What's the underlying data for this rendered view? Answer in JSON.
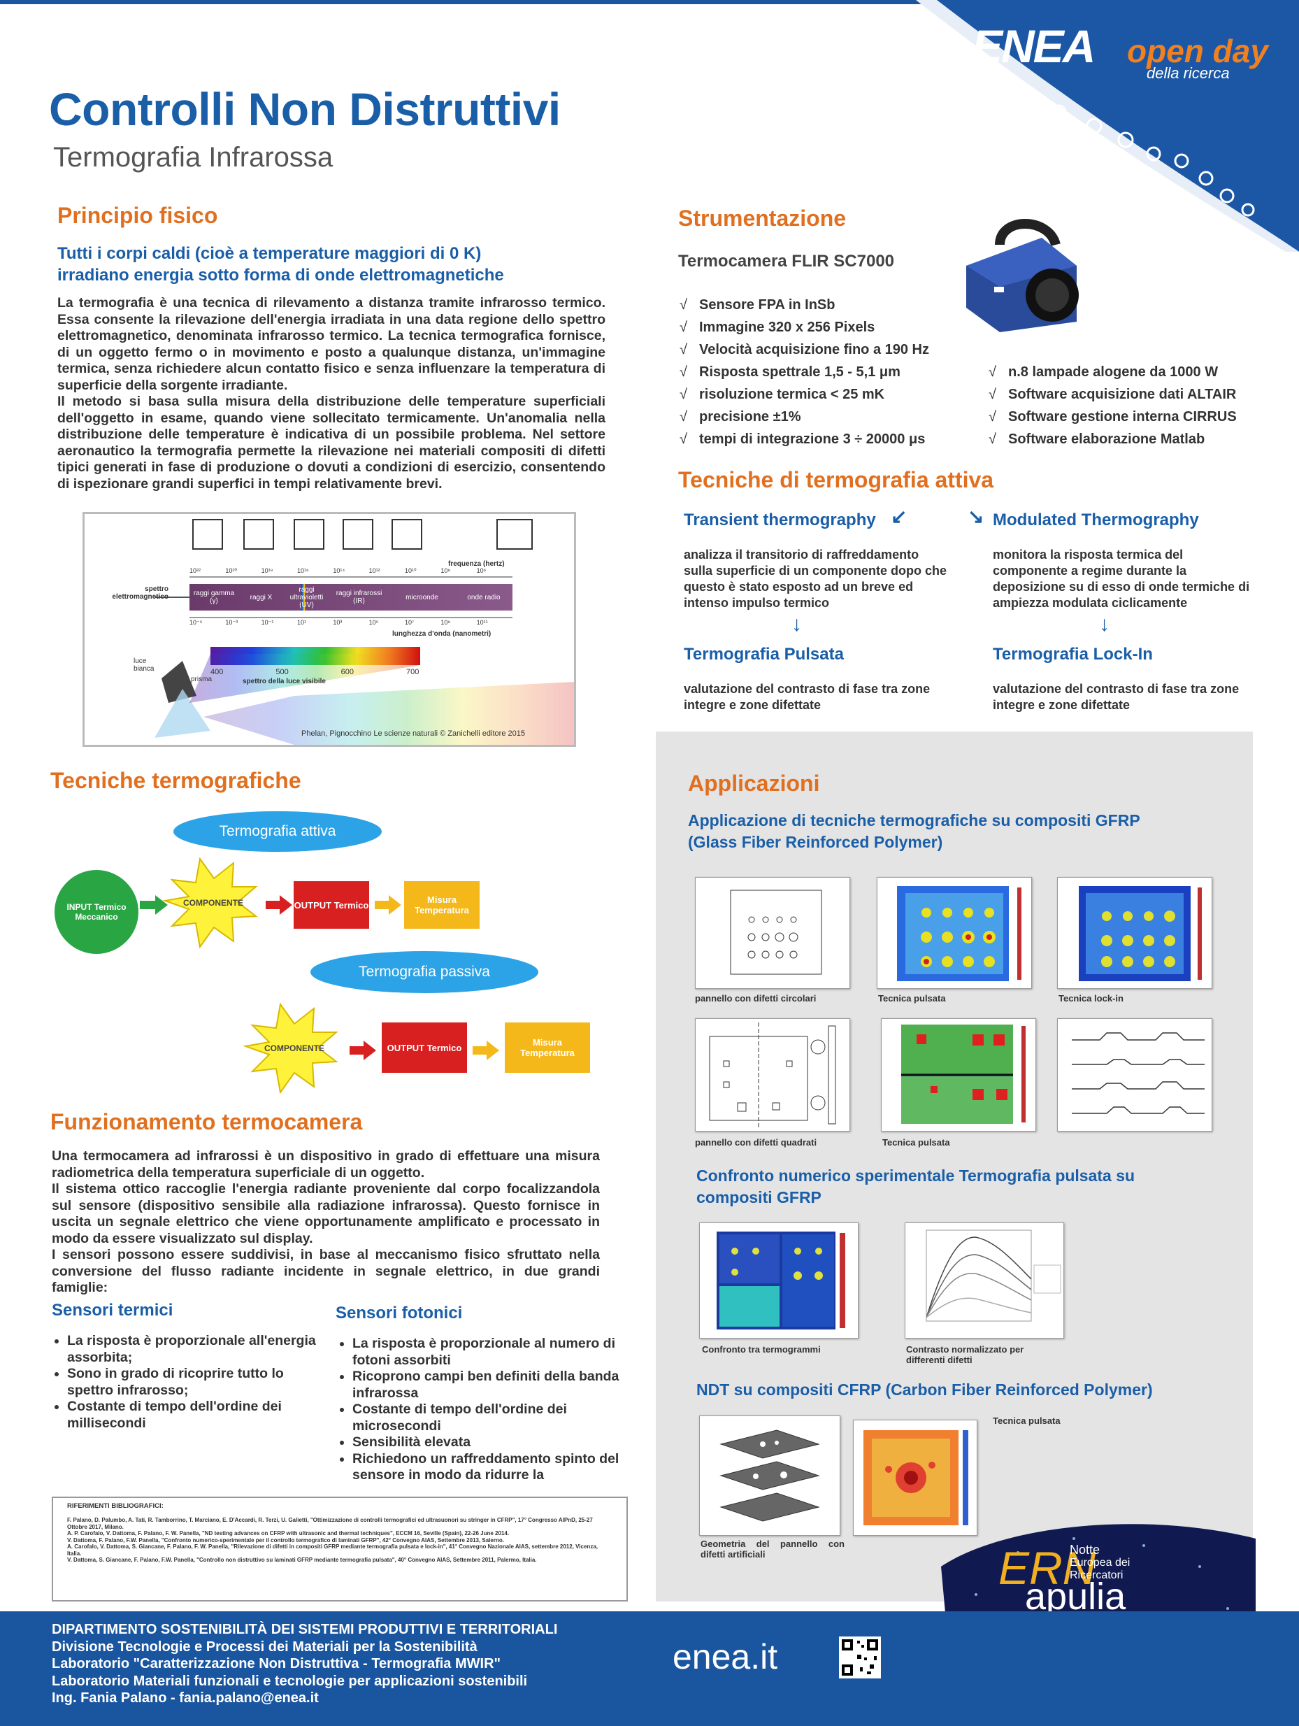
{
  "header": {
    "title": "Controlli Non Distruttivi",
    "subtitle": "Termografia Infrarossa",
    "logo_enea": "ENEA",
    "logo_open_day": "open day",
    "logo_ricerca": "della ricerca"
  },
  "principio": {
    "heading": "Principio fisico",
    "lead": "Tutti i corpi caldi (cioè a temperature maggiori di 0 K) irradiano energia sotto forma di onde elettromagnetiche",
    "p1": "La termografia è una tecnica di rilevamento a distanza tramite infrarosso termico. Essa consente la rilevazione dell'energia irradiata in una data regione dello spettro elettromagnetico, denominata infrarosso termico. La tecnica termografica fornisce, di un oggetto fermo o in movimento e posto a qualunque distanza, un'immagine termica, senza richiedere alcun contatto fisico e senza influenzare la temperatura di superficie della sorgente irradiante.",
    "p2": "Il metodo si basa sulla misura della distribuzione delle temperature superficiali dell'oggetto in esame, quando viene sollecitato termicamente. Un'anomalia nella distribuzione delle temperature è indicativa di un possibile problema. Nel settore aeronautico la termografia permette la rilevazione nei materiali compositi di difetti tipici generati in fase di produzione o dovuti a condizioni di esercizio, consentendo di ispezionare grandi superfici in tempi relativamente brevi."
  },
  "spectrum": {
    "freq_label": "frequenza (hertz)",
    "spectrum_label": "spettro elettromagnetico",
    "wavelength_label": "lunghezza d'onda (nanometri)",
    "freq_ticks": [
      "10²²",
      "10²⁰",
      "10¹⁸",
      "10¹⁶",
      "10¹⁴",
      "10¹²",
      "10¹⁰",
      "10⁸",
      "10⁶"
    ],
    "wave_ticks": [
      "10⁻⁵",
      "10⁻³",
      "10⁻¹",
      "10¹",
      "10³",
      "10⁵",
      "10⁷",
      "10⁹",
      "10¹¹"
    ],
    "bands": [
      "raggi gamma (γ)",
      "raggi X",
      "raggi ultravioletti (UV)",
      "raggi infrarossi (IR)",
      "microonde",
      "onde radio"
    ],
    "visible_ticks": [
      "400",
      "500",
      "600",
      "700"
    ],
    "visible_label": "spettro della luce visibile",
    "luce_bianca": "luce bianca",
    "prisma": "prisma",
    "credit": "Phelan, Pignocchino Le scienze naturali © Zanichelli editore 2015"
  },
  "tecniche": {
    "heading": "Tecniche termografiche",
    "attiva": "Termografia attiva",
    "passiva": "Termografia passiva",
    "input": "INPUT Termico Meccanico",
    "componente": "COMPONENTE",
    "output": "OUTPUT Termico",
    "misura": "Misura Temperatura"
  },
  "funzionamento": {
    "heading": "Funzionamento termocamera",
    "p1": "Una termocamera ad infrarossi è un dispositivo in grado di effettuare una misura radiometrica della temperatura superficiale di un oggetto.",
    "p2": "Il sistema ottico raccoglie l'energia radiante proveniente dal corpo focalizzandola sul sensore (dispositivo sensibile alla radiazione infrarossa). Questo fornisce in uscita un segnale elettrico che viene opportunamente amplificato e processato in modo da essere visualizzato sul display.",
    "p3": "I sensori possono essere suddivisi, in base al meccanismo fisico sfruttato nella conversione del flusso radiante incidente in segnale elettrico, in due grandi famiglie:",
    "termici_heading": "Sensori termici",
    "termici": [
      "La risposta è proporzionale all'energia assorbita;",
      "Sono in grado di ricoprire tutto lo spettro infrarosso;",
      "Costante di tempo dell'ordine dei millisecondi"
    ],
    "fotonici_heading": "Sensori fotonici",
    "fotonici": [
      "La risposta è proporzionale al numero di fotoni assorbiti",
      "Ricoprono campi ben definiti della banda infrarossa",
      "Costante di tempo dell'ordine dei microsecondi",
      "Sensibilità elevata",
      "Richiedono un raffreddamento spinto del sensore in modo da ridurre la"
    ]
  },
  "riferimenti": {
    "heading": "RIFERIMENTI BIBLIOGRAFICI:",
    "items": [
      "F. Palano, D. Palumbo, A. Tati, R. Tamborrino, T. Marciano, E. D'Accardi, R. Terzi, U. Galietti, \"Ottimizzazione di controlli termografici ed ultrasuonori su stringer in CFRP\", 17° Congresso AIPnD, 25-27 Ottobre 2017, Milano.",
      "A. P. Carofalo, V. Dattoma, F. Palano, F. W. Panella, \"ND testing advances on CFRP with ultrasonic and thermal techniques\", ECCM 16, Seville (Spain), 22-26 June 2014.",
      "V. Dattoma, F. Palano, F.W. Panella, \"Confronto numerico-sperimentale per il controllo termografico di laminati GFRP\", 42° Convegno AIAS, Settembre 2013, Salerno.",
      "A. Carofalo, V. Dattoma, S. Giancane, F. Palano, F. W. Panella, \"Rilevazione di difetti in compositi GFRP mediante termografia pulsata e lock-in\", 41° Convegno Nazionale AIAS, settembre 2012, Vicenza, Italia.",
      "V. Dattoma, S. Giancane, F. Palano, F.W. Panella, \"Controllo non distruttivo su laminati GFRP mediante termografia pulsata\", 40° Convegno AIAS, Settembre 2011, Palermo, Italia."
    ]
  },
  "strumentazione": {
    "heading": "Strumentazione",
    "camera": "Termocamera FLIR SC7000",
    "left": [
      "Sensore FPA in InSb",
      "Immagine 320 x 256 Pixels",
      "Velocità acquisizione fino a 190 Hz",
      "Risposta spettrale 1,5 - 5,1 μm",
      "risoluzione termica < 25 mK",
      "precisione ±1%",
      "tempi di integrazione 3 ÷ 20000 μs"
    ],
    "right": [
      "n.8 lampade alogene da 1000 W",
      "Software acquisizione dati ALTAIR",
      "Software gestione interna CIRRUS",
      "Software elaborazione Matlab"
    ]
  },
  "attiva": {
    "heading": "Tecniche di termografia attiva",
    "transient": "Transient thermography",
    "transient_desc": "analizza il transitorio di raffreddamento sulla superficie di un componente dopo che questo è stato esposto ad un breve ed intenso impulso termico",
    "modulated": "Modulated Thermography",
    "modulated_desc": "monitora la risposta termica del componente a regime durante la deposizione su di esso di onde termiche di ampiezza modulata ciclicamente",
    "pulsata": "Termografia Pulsata",
    "pulsata_desc": "valutazione del contrasto di fase tra zone integre e zone difettate",
    "lockin": "Termografia Lock-In",
    "lockin_desc": "valutazione del contrasto di fase tra zone integre e zone difettate"
  },
  "applicazioni": {
    "heading": "Applicazioni",
    "gfrp_title": "Applicazione di tecniche termografiche su compositi GFRP (Glass Fiber Reinforced Polymer)",
    "cap1": "pannello con difetti circolari",
    "cap2": "Tecnica pulsata",
    "cap3": "Tecnica lock-in",
    "cap4": "pannello con difetti quadrati",
    "cap5": "Tecnica pulsata",
    "confronto_title": "Confronto numerico sperimentale Termografia pulsata su compositi GFRP",
    "cap6": "Confronto tra termogrammi",
    "cap7": "Contrasto normalizzato per differenti difetti",
    "cfrp_title": "NDT su compositi CFRP (Carbon Fiber Reinforced Polymer)",
    "cap8": "Geometria del pannello con difetti artificiali",
    "cap9": "Tecnica pulsata"
  },
  "ern": {
    "ern": "ERN",
    "notte": "Notte",
    "europea": "Europea dei",
    "ricercatori": "Ricercatori",
    "apulia": "apulia"
  },
  "footer": {
    "lines": [
      "DIPARTIMENTO SOSTENIBILITÀ DEI SISTEMI PRODUTTIVI E TERRITORIALI",
      "Divisione Tecnologie e Processi dei Materiali per la Sostenibilità",
      "Laboratorio \"Caratterizzazione Non Distruttiva - Termografia MWIR\"",
      "Laboratorio Materiali funzionali e tecnologie per applicazioni sostenibili",
      "Ing. Fania Palano - fania.palano@enea.it"
    ],
    "site": "enea.it"
  },
  "colors": {
    "accent_blue": "#1a5ea8",
    "accent_orange": "#e07020",
    "footer_blue": "#1a56a0"
  }
}
